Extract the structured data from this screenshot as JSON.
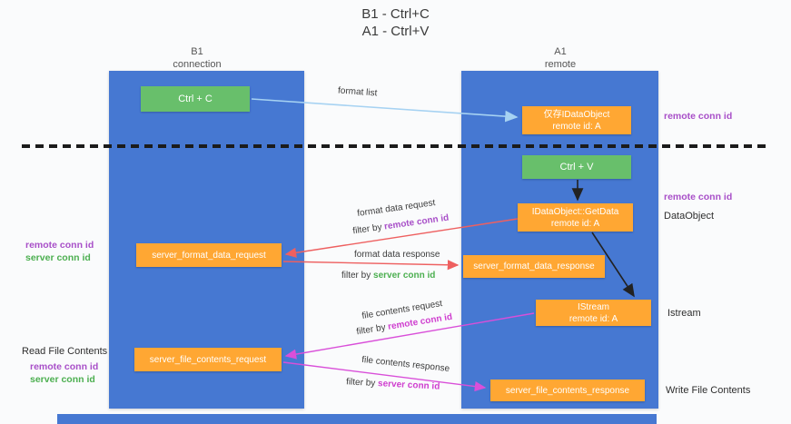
{
  "title": {
    "line1": "B1 - Ctrl+C",
    "line2": "A1 - Ctrl+V"
  },
  "lanes": {
    "b1": {
      "name": "B1",
      "role": "connection"
    },
    "a1": {
      "name": "A1",
      "role": "remote"
    }
  },
  "nodes": {
    "ctrl_c": {
      "label": "Ctrl + C"
    },
    "ctrl_v": {
      "label": "Ctrl + V"
    },
    "idataobject": {
      "line1": "仅存IDataObject",
      "line2": "remote id: A"
    },
    "getdata": {
      "line1": "IDataObject::GetData",
      "line2": "remote id: A"
    },
    "istream": {
      "line1": "IStream",
      "line2": "remote id: A"
    },
    "format_request": {
      "label": "server_format_data_request"
    },
    "format_response": {
      "label": "server_format_data_response"
    },
    "file_request": {
      "label": "server_file_contents_request"
    },
    "file_response": {
      "label": "server_file_contents_response"
    }
  },
  "flow_labels": {
    "format_list": "format list",
    "format_data_request": "format data request",
    "format_data_response": "format data response",
    "file_contents_request": "file contents request",
    "file_contents_response": "file contents response",
    "filter_prefix": "filter by ",
    "remote_conn_id": "remote conn id",
    "server_conn_id": "server conn id"
  },
  "side_labels": {
    "left_remote_conn_1": "remote conn id",
    "left_server_conn_1": "server conn id",
    "read_file_contents": "Read File Contents",
    "left_remote_conn_2": "remote conn id",
    "left_server_conn_2": "server conn id",
    "right_remote_conn_1": "remote conn id",
    "right_remote_conn_2": "remote conn id",
    "dataobject": "DataObject",
    "istream": "Istream",
    "write_file_contents": "Write File Contents"
  },
  "colors": {
    "lane_blue": "#4678d2",
    "node_orange": "#ffa733",
    "node_green": "#68bf6b",
    "arrow_red": "#ee6060",
    "arrow_magenta": "#d94fd9",
    "arrow_blue": "#a6d2f2",
    "text_purple": "#a84fc8",
    "text_green": "#4caf50",
    "text_magenta": "#cf3ecf"
  }
}
